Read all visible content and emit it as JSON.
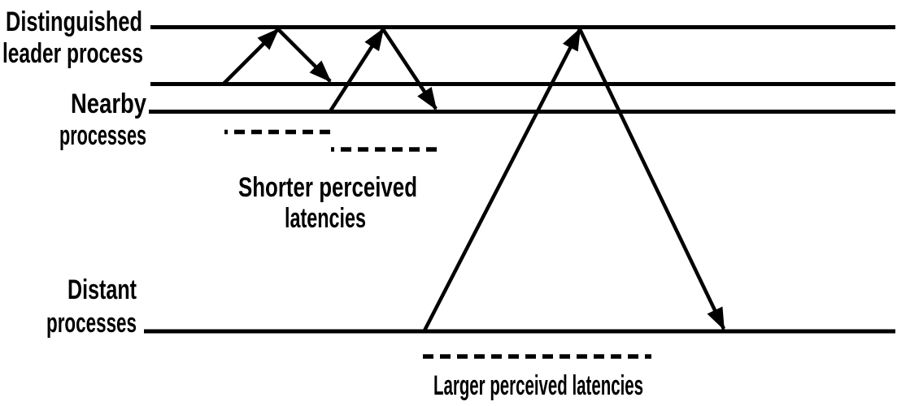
{
  "colors": {
    "ink": "#000000",
    "background": "#ffffff"
  },
  "lanes": {
    "leader": {
      "label": [
        "Distinguished",
        "leader process"
      ]
    },
    "nearby": {
      "label": [
        "Nearby",
        "processes"
      ]
    },
    "distant": {
      "label": [
        "Distant",
        "processes"
      ]
    }
  },
  "annotations": {
    "shorter": {
      "lines": [
        "Shorter perceived",
        "latencies"
      ]
    },
    "larger": {
      "lines": [
        "Larger perceived latencies"
      ]
    }
  }
}
